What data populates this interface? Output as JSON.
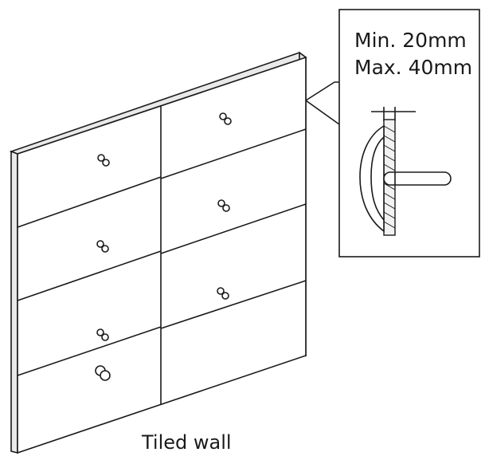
{
  "caption": "Tiled wall",
  "inset": {
    "min_label": "Min. 20mm",
    "max_label": "Max. 40mm"
  },
  "wall": {
    "columns": 2,
    "rows": 4,
    "anchors": 7
  }
}
